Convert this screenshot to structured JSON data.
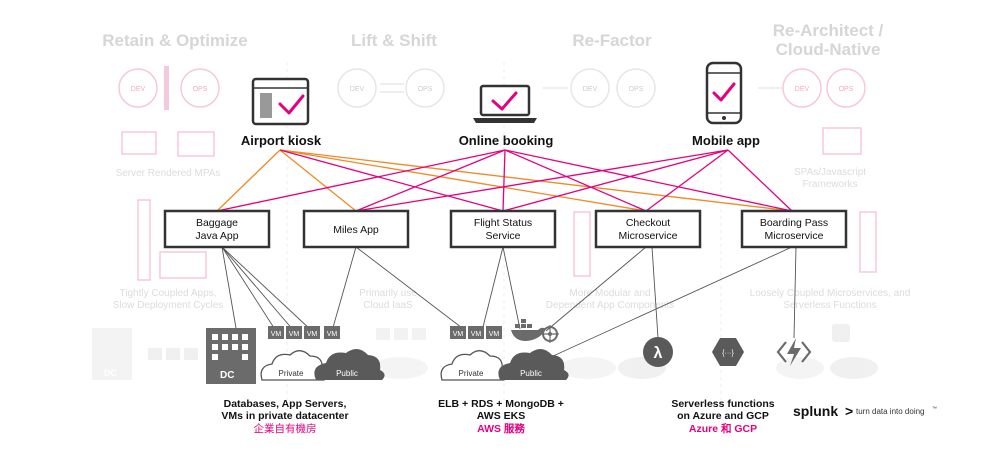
{
  "background": {
    "columns": [
      {
        "title": "Retain & Optimize"
      },
      {
        "title": "Lift & Shift"
      },
      {
        "title": "Re-Factor"
      },
      {
        "title_line1": "Re-Architect /",
        "title_line2": "Cloud-Native"
      }
    ],
    "dev_label": "DEV",
    "ops_label": "OPS",
    "captions": {
      "server_rendered": "Server Rendered MPAs",
      "spa_line1": "SPAs/Javascript",
      "spa_line2": "Frameworks",
      "tight_line1": "Tightly Coupled Apps,",
      "tight_line2": "Slow Deployment Cycles",
      "iaas_line1": "Primarily use",
      "iaas_line2": "Cloud IaaS",
      "modular_line1": "More Modular and",
      "modular_line2": "Dependent App Components",
      "loose_line1": "Loosely Coupled Microservices, and",
      "loose_line2": "Serverless Functions"
    },
    "dc_label": "DC",
    "vm_label": "VM"
  },
  "channels": {
    "kiosk": "Airport kiosk",
    "online": "Online booking",
    "mobile": "Mobile app"
  },
  "services": {
    "baggage_line1": "Baggage",
    "baggage_line2": "Java App",
    "miles": "Miles App",
    "flight_line1": "Flight Status",
    "flight_line2": "Service",
    "checkout_line1": "Checkout",
    "checkout_line2": "Microservice",
    "boarding_line1": "Boarding Pass",
    "boarding_line2": "Microservice"
  },
  "infra": {
    "vm": "VM",
    "dc": "DC",
    "private": "Private",
    "public": "Public",
    "lambda_symbol": "λ",
    "fn_symbol": "{···}"
  },
  "footer": {
    "datacenter_line1": "Databases, App Servers,",
    "datacenter_line2": "VMs in private datacenter",
    "datacenter_cjk": "企業自有機房",
    "aws_line1": "ELB + RDS + MongoDB +",
    "aws_line2": "AWS EKS",
    "aws_cjk": "AWS 服務",
    "serverless_line1": "Serverless functions",
    "serverless_line2": "on Azure and GCP",
    "serverless_cjk": "Azure 和 GCP",
    "brand": "splunk",
    "brand_arrow": ">",
    "tagline": "turn data into doing",
    "tm": "™"
  },
  "colors": {
    "accent_pink": "#e5007e",
    "accent_orange": "#f08a24",
    "ghost": "#d6d6d6",
    "ghost_pink": "#f7c7dd",
    "dark_gray": "#5a5a5a",
    "line_gray": "#333333"
  }
}
